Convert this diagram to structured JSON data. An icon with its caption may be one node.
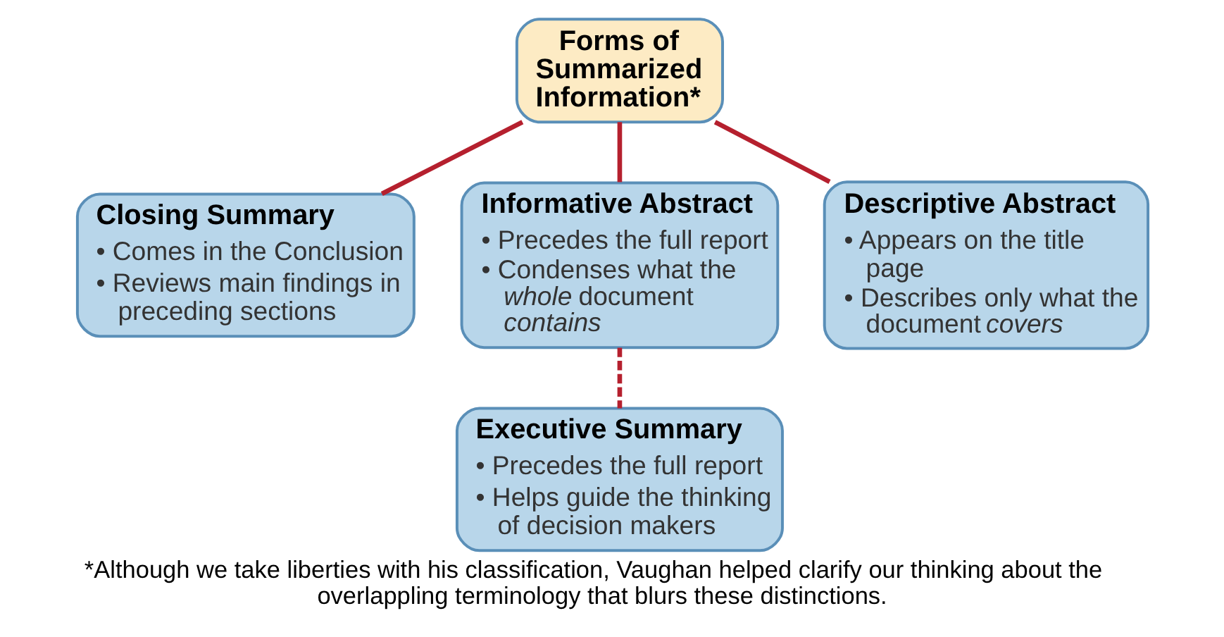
{
  "diagram": {
    "caption": "*Although we take liberties with his classification, Vaughan helped clarify our thinking about the overlappling terminology that blurs these distinctions.",
    "nodes": [
      {
        "text": [
          "Forms of Summarized Information*"
        ]
      },
      {
        "text": [
          "Closing Summary",
          "• Comes in the Conclusion",
          "• Reviews main findings in preceding sections"
        ]
      },
      {
        "text": [
          "Informative Abstract",
          "• Precedes the full report",
          "• Condenses what the *whole* document *contains*"
        ]
      },
      {
        "text": [
          "Descriptive Abstract",
          "• Appears on the title page",
          "• Describes only what the document *covers*"
        ]
      },
      {
        "text": [
          "Executive Summary",
          "• Precedes the full report",
          "• Helps guide the thinking of decision makers"
        ]
      }
    ],
    "edges": [
      {
        "from": 0,
        "to": 1,
        "arrow": "none"
      },
      {
        "from": 0,
        "to": 2,
        "arrow": "none"
      },
      {
        "from": 0,
        "to": 3,
        "arrow": "none"
      },
      {
        "from": 2,
        "to": 4,
        "arrow": "none",
        "style": "dashed"
      }
    ]
  }
}
